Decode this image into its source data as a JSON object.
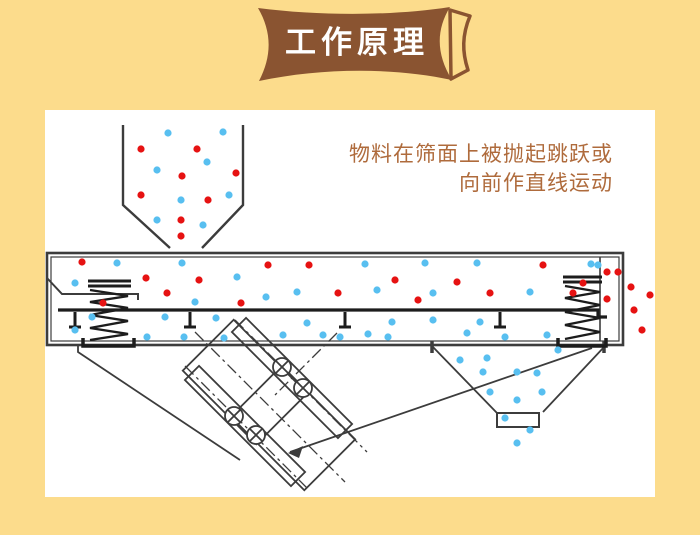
{
  "page": {
    "bg_color": "#FCDC8C",
    "panel_color": "#FFFFFF"
  },
  "banner": {
    "label": "工作原理",
    "color": "#8A5431",
    "text_color": "#FFFFFF"
  },
  "annotation": {
    "line1": "物料在筛面上被抛起跳跃或",
    "line2": "向前作直线运动",
    "color": "#AF6B3C"
  },
  "diagram": {
    "line_color": "#3C3C3C",
    "spring_color": "#1C1C1C",
    "red_color": "#E61212",
    "blue_color": "#58BFF0",
    "particles": {
      "hopper": [
        [
          123,
          23,
          "b"
        ],
        [
          178,
          22,
          "b"
        ],
        [
          96,
          39,
          "r"
        ],
        [
          152,
          39,
          "r"
        ],
        [
          162,
          52,
          "b"
        ],
        [
          112,
          60,
          "b"
        ],
        [
          137,
          66,
          "r"
        ],
        [
          191,
          63,
          "r"
        ],
        [
          96,
          85,
          "r"
        ],
        [
          136,
          90,
          "b"
        ],
        [
          163,
          90,
          "r"
        ],
        [
          184,
          85,
          "b"
        ],
        [
          112,
          110,
          "b"
        ],
        [
          136,
          110,
          "r"
        ],
        [
          158,
          115,
          "b"
        ],
        [
          136,
          126,
          "r"
        ]
      ],
      "deck_upper": [
        [
          37,
          152,
          "r"
        ],
        [
          101,
          168,
          "r"
        ],
        [
          154,
          170,
          "r"
        ],
        [
          223,
          155,
          "r"
        ],
        [
          264,
          155,
          "r"
        ],
        [
          293,
          183,
          "r"
        ],
        [
          122,
          183,
          "r"
        ],
        [
          196,
          193,
          "r"
        ],
        [
          58,
          193,
          "r"
        ],
        [
          350,
          170,
          "r"
        ],
        [
          412,
          172,
          "r"
        ],
        [
          498,
          155,
          "r"
        ],
        [
          538,
          173,
          "r"
        ],
        [
          445,
          183,
          "r"
        ],
        [
          373,
          190,
          "r"
        ],
        [
          528,
          183,
          "r"
        ],
        [
          72,
          153,
          "b"
        ],
        [
          137,
          153,
          "b"
        ],
        [
          320,
          154,
          "b"
        ],
        [
          30,
          173,
          "b"
        ],
        [
          192,
          167,
          "b"
        ],
        [
          221,
          187,
          "b"
        ],
        [
          252,
          182,
          "b"
        ],
        [
          150,
          192,
          "b"
        ],
        [
          380,
          153,
          "b"
        ],
        [
          432,
          153,
          "b"
        ],
        [
          553,
          155,
          "b"
        ],
        [
          332,
          180,
          "b"
        ],
        [
          388,
          183,
          "b"
        ],
        [
          485,
          182,
          "b"
        ],
        [
          546,
          154,
          "b"
        ]
      ],
      "under_deck": [
        [
          30,
          220,
          "b"
        ],
        [
          47,
          207,
          "b"
        ],
        [
          102,
          227,
          "b"
        ],
        [
          120,
          207,
          "b"
        ],
        [
          139,
          227,
          "b"
        ],
        [
          171,
          208,
          "b"
        ],
        [
          179,
          228,
          "b"
        ],
        [
          238,
          225,
          "b"
        ],
        [
          262,
          213,
          "b"
        ],
        [
          295,
          227,
          "b"
        ],
        [
          347,
          212,
          "b"
        ],
        [
          388,
          210,
          "b"
        ],
        [
          435,
          212,
          "b"
        ],
        [
          343,
          227,
          "b"
        ],
        [
          422,
          223,
          "b"
        ],
        [
          502,
          225,
          "b"
        ],
        [
          278,
          225,
          "b"
        ],
        [
          323,
          224,
          "b"
        ],
        [
          460,
          227,
          "b"
        ]
      ],
      "discharge_right": [
        [
          573,
          162,
          "r"
        ],
        [
          586,
          177,
          "r"
        ],
        [
          605,
          185,
          "r"
        ],
        [
          589,
          200,
          "r"
        ],
        [
          562,
          189,
          "r"
        ],
        [
          597,
          220,
          "r"
        ],
        [
          562,
          162,
          "r"
        ]
      ],
      "funnel": [
        [
          415,
          250,
          "b"
        ],
        [
          442,
          248,
          "b"
        ],
        [
          513,
          240,
          "b"
        ],
        [
          438,
          262,
          "b"
        ],
        [
          472,
          262,
          "b"
        ],
        [
          492,
          263,
          "b"
        ],
        [
          445,
          282,
          "b"
        ],
        [
          472,
          290,
          "b"
        ],
        [
          497,
          282,
          "b"
        ],
        [
          460,
          308,
          "b"
        ],
        [
          485,
          320,
          "b"
        ],
        [
          472,
          333,
          "b"
        ]
      ]
    }
  }
}
